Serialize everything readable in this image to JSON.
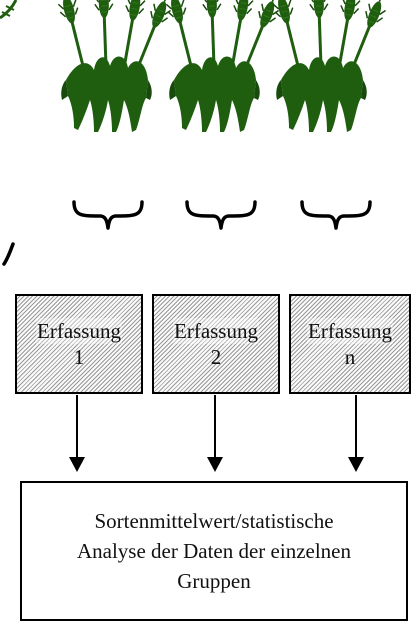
{
  "boxes": [
    {
      "label": "Erfassung",
      "number": "1"
    },
    {
      "label": "Erfassung",
      "number": "2"
    },
    {
      "label": "Erfassung",
      "number": "n"
    }
  ],
  "result": {
    "line1": "Sortenmittelwert/statistische",
    "line2": "Analyse der Daten der einzelnen",
    "line3": "Gruppen"
  },
  "colors": {
    "plant": "#1f5d0f",
    "plant_dark": "#174a0b",
    "stroke": "#000000"
  },
  "icons": [
    "wheat-plant-icon",
    "curly-brace-icon",
    "down-arrow-icon"
  ]
}
